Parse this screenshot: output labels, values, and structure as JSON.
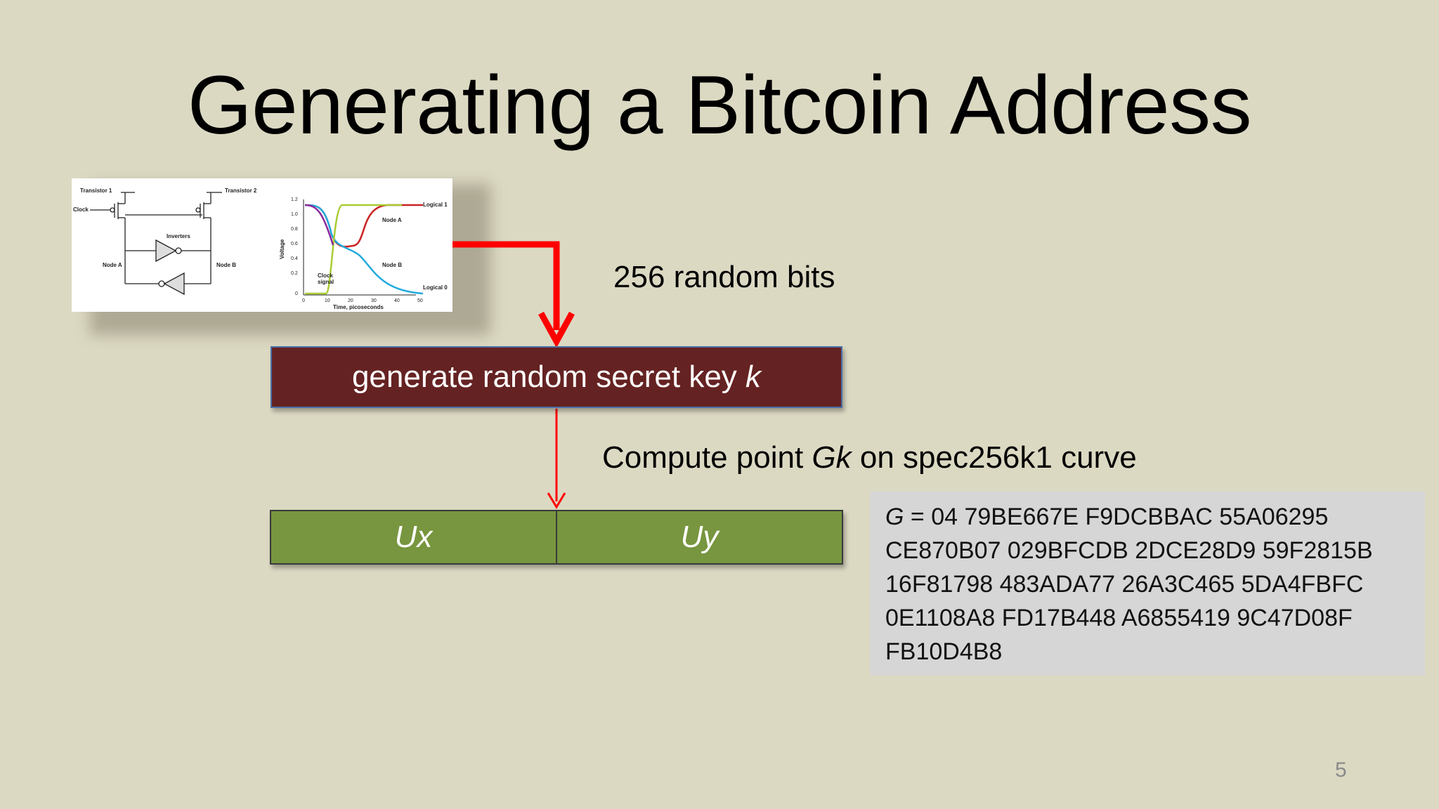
{
  "slide": {
    "title": "Generating a Bitcoin Address",
    "page_number": "5"
  },
  "figure": {
    "transistor1": "Transistor 1",
    "transistor2": "Transistor 2",
    "clock": "Clock",
    "inverters": "Inverters",
    "node_a": "Node A",
    "node_b": "Node B",
    "ylabel": "Voltage",
    "xlabel": "Time, picoseconds",
    "logical1": "Logical 1",
    "logical0": "Logical 0",
    "curve_node_a": "Node A",
    "curve_node_b": "Node B",
    "clock_signal_1": "Clock",
    "clock_signal_2": "signal",
    "y_ticks": [
      "1.2",
      "1.0",
      "0.8",
      "0.6",
      "0.4",
      "0.2",
      "0"
    ],
    "x_ticks": [
      "0",
      "10",
      "20",
      "30",
      "40",
      "50"
    ]
  },
  "diagram": {
    "random_bits_label": "256 random bits",
    "keygen_text": "generate random secret key ",
    "keygen_var": "k",
    "compute_prefix": "Compute point ",
    "compute_var": "Gk",
    "compute_suffix": " on spec256k1 curve",
    "ux": "Ux",
    "uy": "Uy"
  },
  "g_value": {
    "var": "G",
    "eq": " = 04 79BE667E F9DCBBAC 55A06295",
    "lines": [
      "CE870B07 029BFCDB 2DCE28D9 59F2815B",
      "16F81798 483ADA77 26A3C465 5DA4FBFC",
      "0E1108A8 FD17B448 A6855419 9C47D08F",
      "FB10D4B8"
    ]
  },
  "colors": {
    "background": "#dcd9c3",
    "keygen_fill": "#652222",
    "point_fill": "#77963f",
    "arrow": "#ff0000",
    "panel": "#d6d6d6"
  }
}
